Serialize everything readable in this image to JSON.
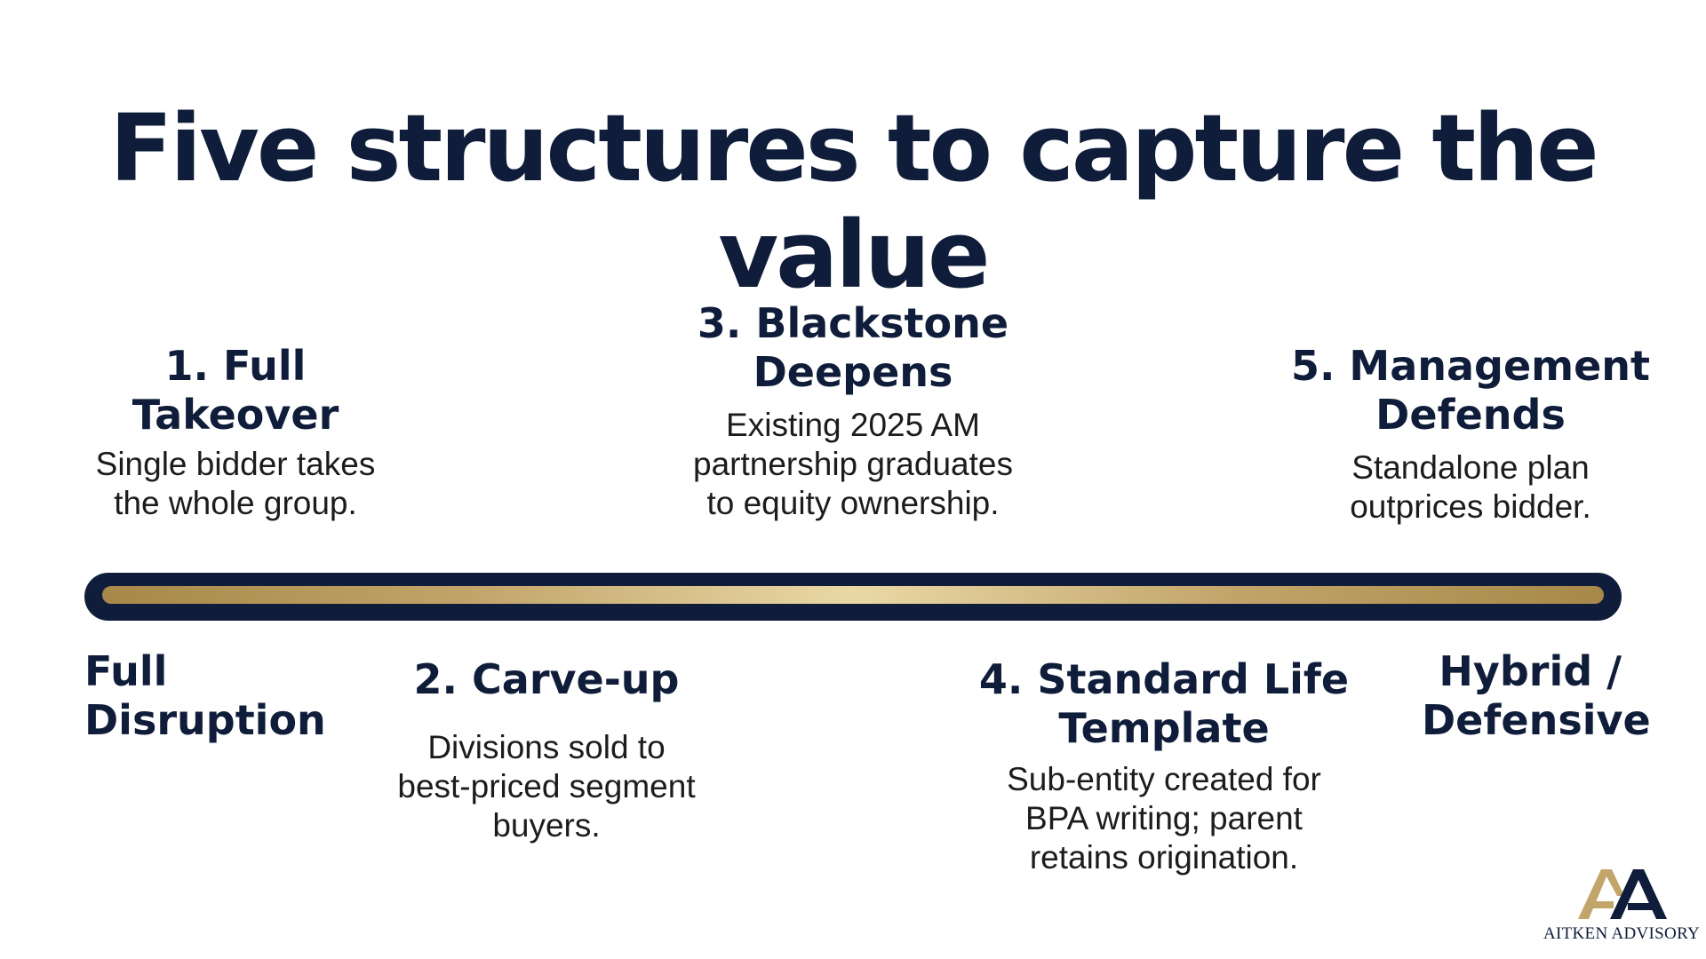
{
  "title": "Five structures to capture the value",
  "colors": {
    "navy": "#0f1d3a",
    "gold": "#c2a56a",
    "gold_light": "#e9d8a6",
    "background": "#ffffff"
  },
  "stages": [
    {
      "name_lines": [
        "1. Full",
        "Takeover"
      ],
      "desc_lines": [
        "Single bidder takes",
        "the whole group."
      ]
    },
    {
      "name_lines": [
        "2. Carve-up"
      ],
      "desc_lines": [
        "Divisions sold to",
        "best-priced segment",
        "buyers."
      ]
    },
    {
      "name_lines": [
        "3. Blackstone",
        "Deepens"
      ],
      "desc_lines": [
        "Existing 2025 AM",
        "partnership graduates",
        "to equity ownership."
      ]
    },
    {
      "name_lines": [
        "4. Standard Life",
        "Template"
      ],
      "desc_lines": [
        "Sub-entity created for",
        "BPA writing; parent",
        "retains origination."
      ]
    },
    {
      "name_lines": [
        "5. Management",
        "Defends"
      ],
      "desc_lines": [
        "Standalone plan",
        "outprices bidder."
      ]
    }
  ],
  "poles": {
    "left_lines": [
      "Full",
      "Disruption"
    ],
    "right_lines": [
      "Hybrid /",
      "Defensive"
    ]
  },
  "logo": {
    "letters": "AA",
    "text": "AITKEN ADVISORY"
  }
}
